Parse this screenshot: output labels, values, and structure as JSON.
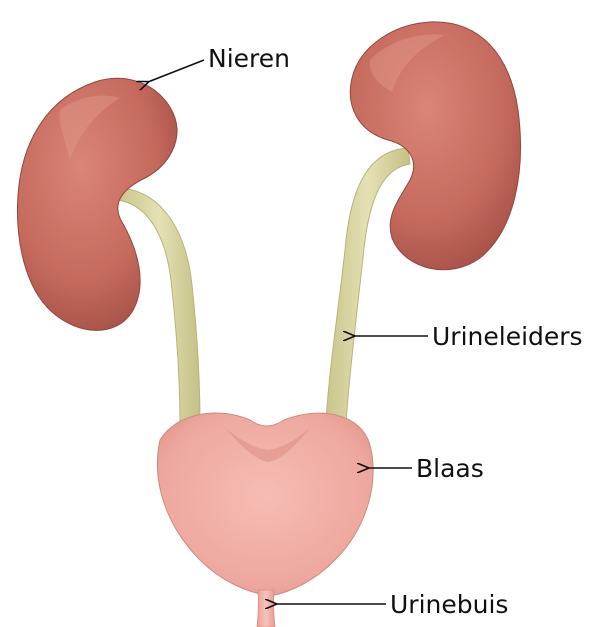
{
  "labels": {
    "kidneys": "Nieren",
    "ureters": "Urineleiders",
    "bladder": "Blaas",
    "urethra": "Urinebuis"
  },
  "colors": {
    "kidney": "#c96b5f",
    "ureter": "#dcd9a6",
    "bladder": "#f0aaa2",
    "urethra": "#f2b7ae",
    "arrow": "#111111"
  }
}
